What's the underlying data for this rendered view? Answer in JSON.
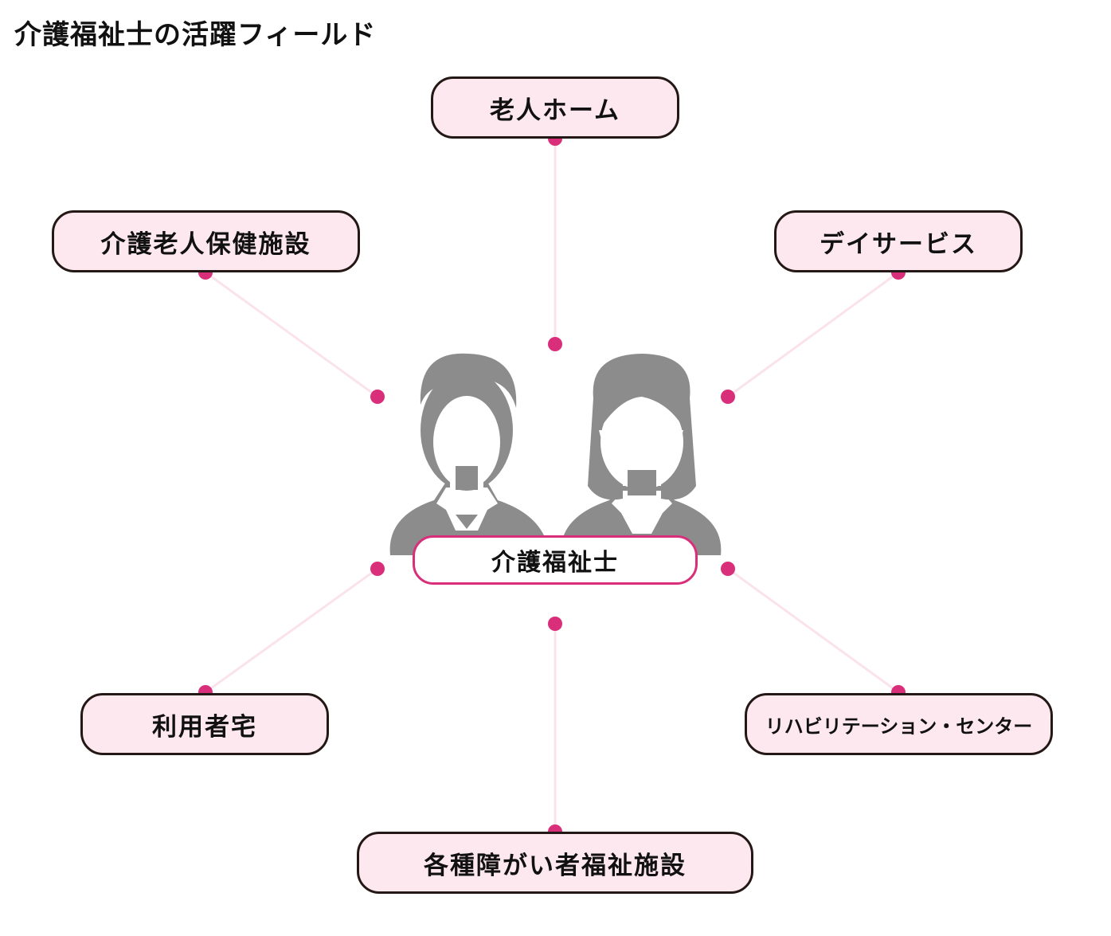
{
  "title": "介護福祉士の活躍フィールド",
  "center_label": "介護福祉士",
  "nodes": [
    {
      "label": "老人ホーム"
    },
    {
      "label": "介護老人保健施設"
    },
    {
      "label": "デイサービス"
    },
    {
      "label": "利用者宅"
    },
    {
      "label": "リハビリテーション・センター"
    },
    {
      "label": "各種障がい者福祉施設"
    }
  ],
  "colors": {
    "accent": "#d92e7a",
    "node_fill": "#fde8ef",
    "node_border": "#231815",
    "line": "#fbe3ea",
    "figure": "#8c8c8c"
  },
  "icons": [
    "male-caregiver-icon",
    "female-caregiver-icon"
  ]
}
